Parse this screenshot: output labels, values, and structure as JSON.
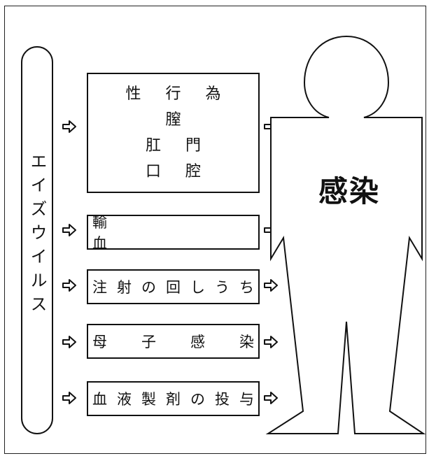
{
  "virus": {
    "label": "エイズウイルス"
  },
  "routes": {
    "sexual": [
      "性 行 為",
      "膣",
      "肛 門",
      "口 腔"
    ],
    "transfusion": "輸　　　　　　　　　　　血",
    "needle": "注射の回しうち",
    "mother_child": "母　子　感　染",
    "blood_products": "血液製剤の投与"
  },
  "result": {
    "label": "感染"
  }
}
